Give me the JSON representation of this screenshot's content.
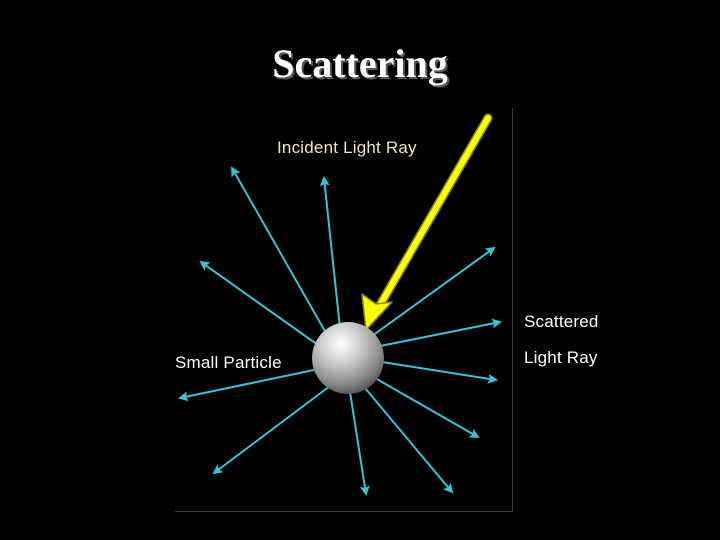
{
  "title": "Scattering",
  "labels": {
    "incident": "Incident Light Ray",
    "scattered_line1": "Scattered",
    "scattered_line2": "Light Ray",
    "particle": "Small Particle"
  },
  "colors": {
    "background": "#000000",
    "title": "#ffffff",
    "incident_ray": "#ffff00",
    "scattered_rays": "#33c4d8",
    "particle": "#b8b8b8"
  },
  "icons": {
    "particle": "sphere",
    "rays": "arrow"
  }
}
